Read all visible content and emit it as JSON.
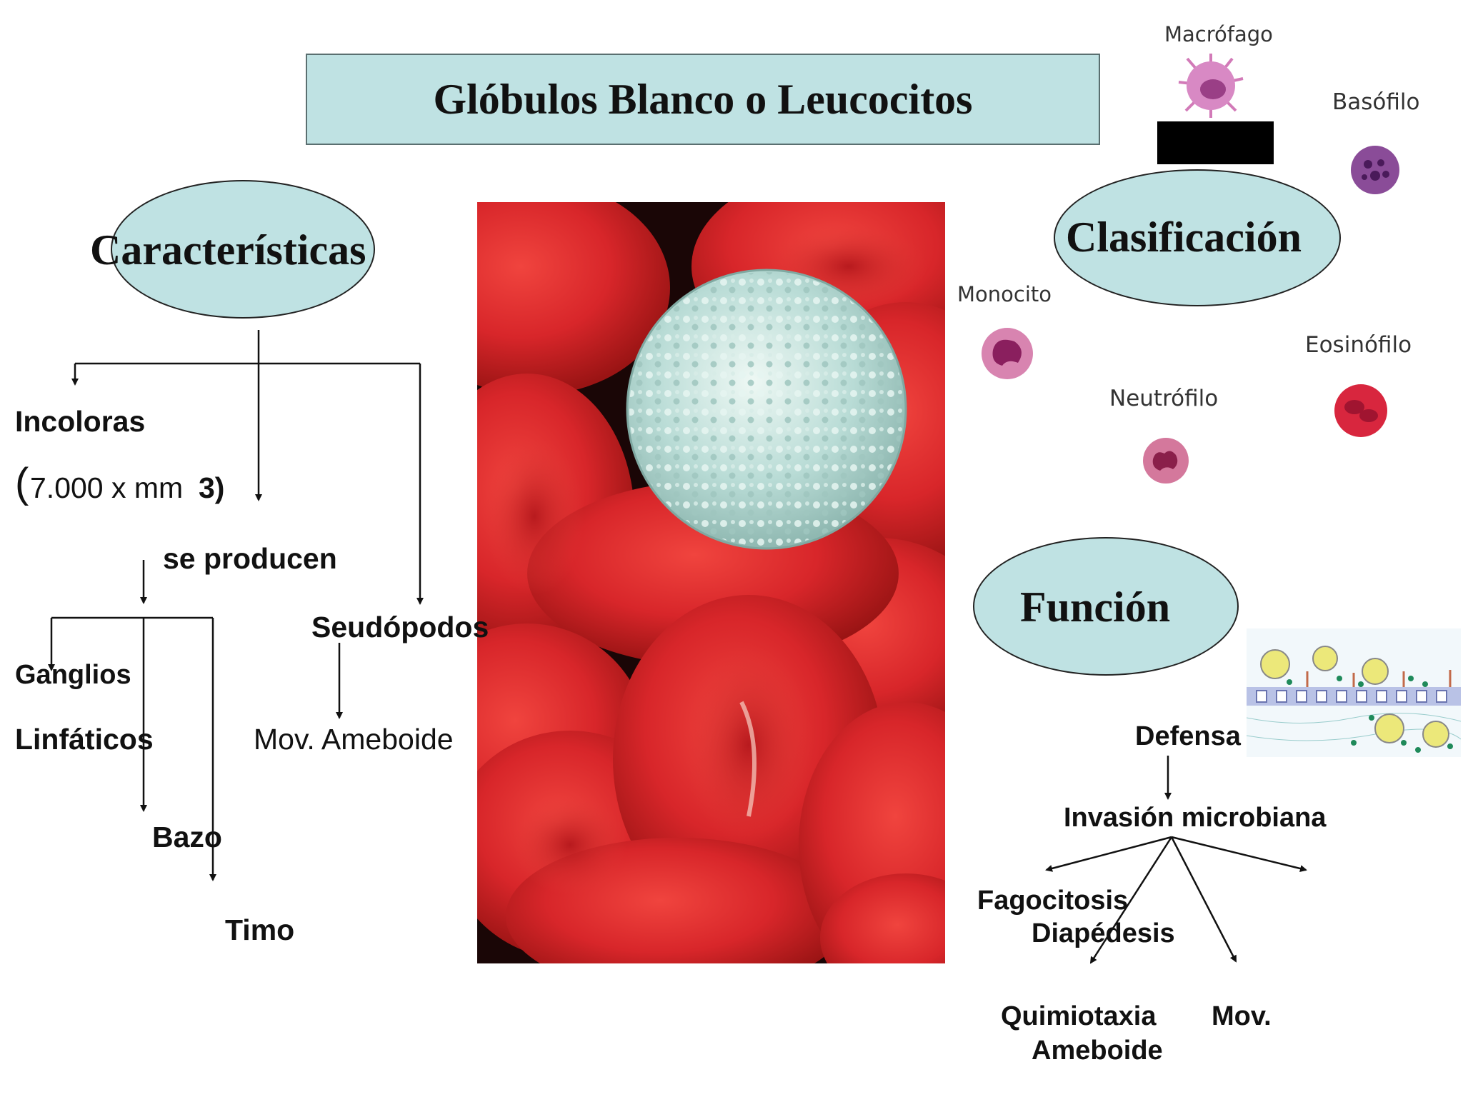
{
  "title": "Glóbulos Blanco o Leucocitos",
  "caracteristicas": {
    "heading": "Características",
    "incoloras": "Incoloras",
    "paren_open": "(",
    "count_value": "7.000 x mm",
    "count_exp": "3)",
    "se_producen": "se producen",
    "ganglios": "Ganglios",
    "linfaticos": "Linfáticos",
    "bazo": "Bazo",
    "timo": "Timo",
    "seudopodos": "Seudópodos",
    "mov_ameboide": "Mov. Ameboide"
  },
  "clasificacion": {
    "heading": "Clasificación",
    "cells": [
      {
        "name": "Macrófago",
        "color": "#c24a9a"
      },
      {
        "name": "Basófilo",
        "color": "#6a2a78"
      },
      {
        "name": "Monocito",
        "color": "#9a2a66"
      },
      {
        "name": "Eosinófilo",
        "color": "#c2263e"
      },
      {
        "name": "Neutrófilo",
        "color": "#a82a5a"
      }
    ]
  },
  "funcion": {
    "heading": "Función",
    "defensa": "Defensa",
    "invasion": "Invasión microbiana",
    "fagocitosis": "Fagocitosis",
    "diapedesis": "Diapédesis",
    "quimiotaxia": "Quimiotaxia",
    "mov": "Mov.",
    "ameboide": "Ameboide"
  },
  "colors": {
    "accent_fill": "#bfe2e3",
    "red_cell": "#d8262a",
    "white_cell": "#c8e4df",
    "redaction": "#000000"
  }
}
